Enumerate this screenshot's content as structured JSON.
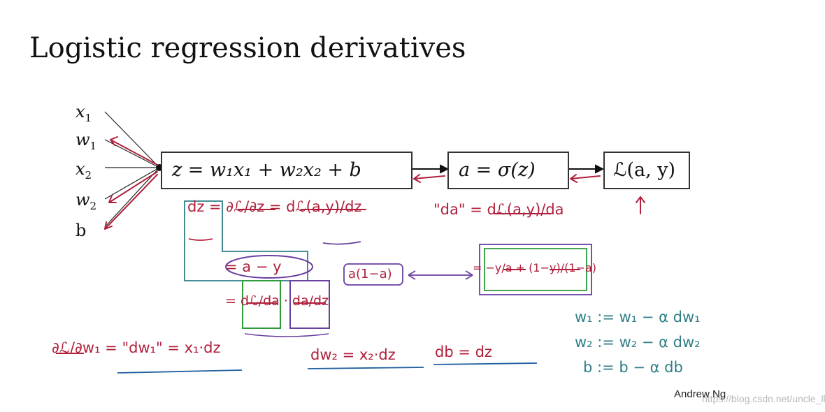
{
  "title": "Logistic regression derivatives",
  "inputs": [
    "x",
    "w",
    "x",
    "w",
    "b"
  ],
  "input_subscripts": [
    "1",
    "1",
    "2",
    "2",
    ""
  ],
  "graph": {
    "z_node": "z = w₁x₁ + w₂x₂ + b",
    "a_node": "a = σ(z)",
    "loss_node": "ℒ(a, y)"
  },
  "notes": {
    "dz_def": "dz = ∂ℒ/∂z = dℒ(a,y)/dz",
    "dz_result": "= a − y",
    "dz_chain": "= dℒ/da · da/dz",
    "da_def": "\"da\" = dℒ(a,y)/da",
    "da_result": "= −y/a + (1−y)/(1−a)",
    "sigmoid_deriv": "a(1−a)",
    "dw1": "∂ℒ/∂w₁ = \"dw₁\" = x₁·dz",
    "dw2": "dw₂ = x₂·dz",
    "db": "db = dz"
  },
  "updates": [
    "w₁ := w₁ − α dw₁",
    "w₂ := w₂ − α dw₂",
    "b := b − α db"
  ],
  "footer": "Andrew Ng",
  "watermark": "https://blog.csdn.net/uncle_ll"
}
